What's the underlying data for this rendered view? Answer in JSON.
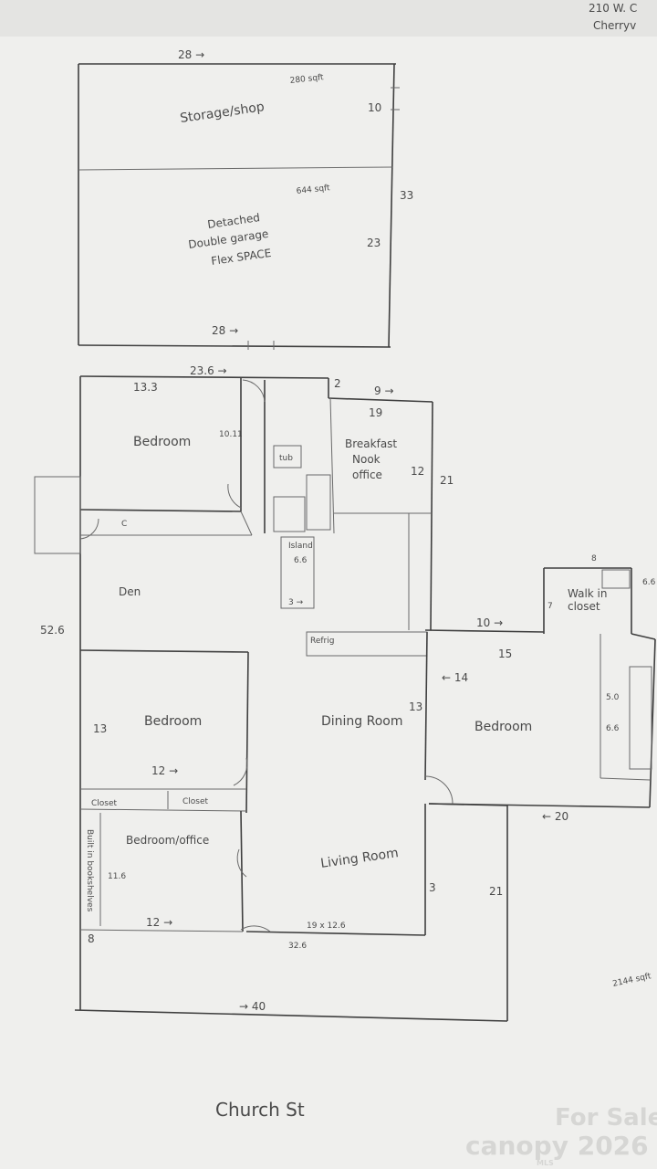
{
  "header": {
    "address_line1": "210 W. C",
    "address_line2": "Cherryv"
  },
  "garage": {
    "storage_label": "Storage/shop",
    "storage_sqft": "280 sqft",
    "garage_label_line1": "Detached",
    "garage_label_line2": "Double garage",
    "garage_label_line3": "Flex SPACE",
    "garage_sqft": "644 sqft",
    "dim_top": "28 →",
    "dim_bottom": "28 →",
    "dim_storage_height": "10",
    "dim_total_height": "33",
    "dim_garage_height": "23"
  },
  "rooms": {
    "bedroom_top_left": "Bedroom",
    "bedroom_top_left_width": "23.6 →",
    "bedroom_top_left_window": "13.3",
    "bedroom_top_left_depth": "10.11",
    "tub": "tub",
    "breakfast_line1": "Breakfast",
    "breakfast_line2": "Nook",
    "breakfast_line3": "office",
    "breakfast_dim_9": "9 →",
    "breakfast_dim_19": "19",
    "breakfast_dim_12": "12",
    "breakfast_dim_21": "21",
    "dim_2": "2",
    "island_line1": "Island",
    "island_line2": "6.6",
    "island_dim_3": "3 →",
    "den": "Den",
    "den_dim": "52.6",
    "refrig": "Refrig",
    "walkin_line1": "Walk in",
    "walkin_line2": "closet",
    "walkin_dim_8": "8",
    "walkin_dim_66": "6.6",
    "walkin_dim_7": "7",
    "master_bedroom": "Bedroom",
    "master_dim_10": "10 →",
    "master_dim_15": "15",
    "master_dim_14": "← 14",
    "master_dim_13": "13",
    "master_dim_5": "5.0",
    "master_dim_66": "6.6",
    "master_dim_20": "← 20",
    "dining_room": "Dining Room",
    "bedroom_mid_left": "Bedroom",
    "bedroom_mid_dim_13": "13",
    "bedroom_mid_dim_12": "12 →",
    "closet_left": "Closet",
    "closet_right": "Closet",
    "office": "Bedroom/office",
    "office_builtin": "Built in bookshelves",
    "office_dim_116": "11.6",
    "office_dim_12": "12 →",
    "office_dim_8": "8",
    "living_room": "Living Room",
    "living_dim_19x126": "19 x 12.6",
    "living_dim_326": "32.6",
    "living_dim_3": "3",
    "living_dim_21": "21",
    "dim_40": "→ 40",
    "total_sqft": "2144 sqft"
  },
  "street": "Church St",
  "watermark": {
    "line1": "For Sale",
    "line2": "canopy 2026",
    "mls": "MLS"
  }
}
